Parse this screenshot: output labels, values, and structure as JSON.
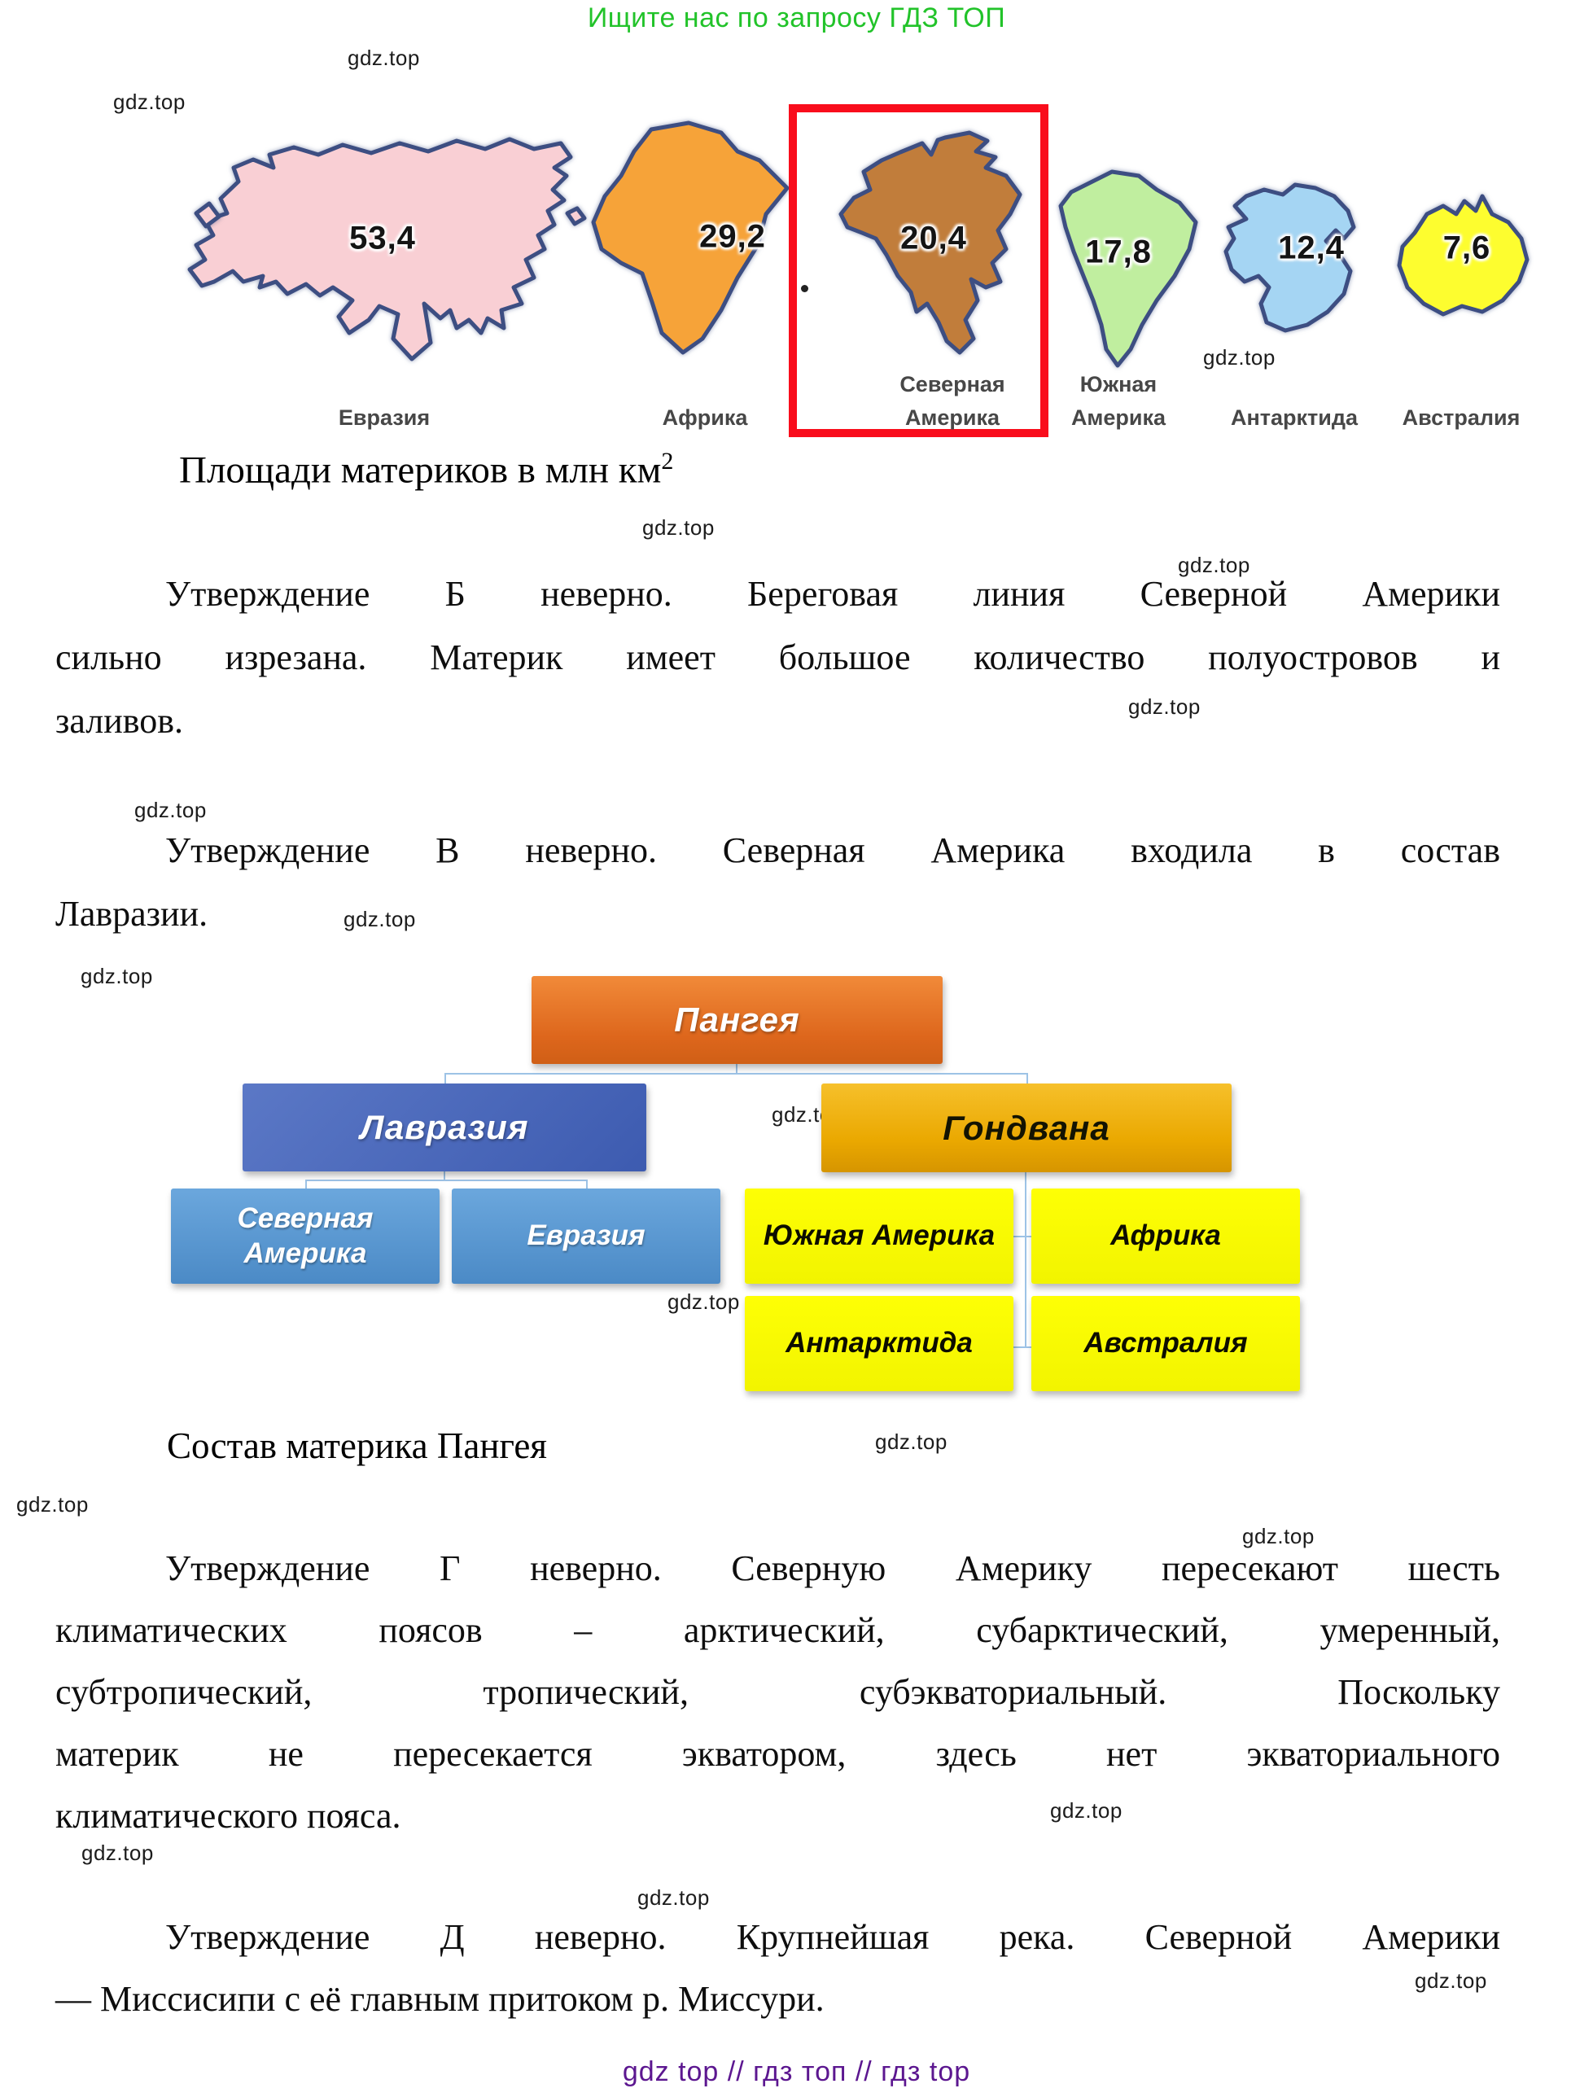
{
  "header": {
    "promo": "Ищите нас по запросу ГДЗ ТОП",
    "promo_color": "#22c32a"
  },
  "watermark": {
    "text": "gdz.top"
  },
  "figure_continents": {
    "caption": "Площади материков в млн км",
    "caption_sup": "2",
    "unit": "млн км2",
    "highlight_color": "#f90d1c",
    "outline_color": "#3d4e82",
    "items": [
      {
        "name": "Евразия",
        "value": "53,4",
        "color": "#f9cfd4",
        "highlighted": false
      },
      {
        "name": "Африка",
        "value": "29,2",
        "color": "#f6a339",
        "highlighted": false
      },
      {
        "name": "Северная Америка",
        "value": "20,4",
        "color": "#c17d3b",
        "highlighted": true
      },
      {
        "name": "Южная Америка",
        "value": "17,8",
        "color": "#c0ee9f",
        "highlighted": false
      },
      {
        "name": "Антарктида",
        "value": "12,4",
        "color": "#a5d5f3",
        "highlighted": false
      },
      {
        "name": "Австралия",
        "value": "7,6",
        "color": "#fdfd2f",
        "highlighted": false
      }
    ]
  },
  "paragraphs": {
    "b": {
      "lines": [
        "Утверждение Б неверно. Береговая линия Северной Америки",
        "сильно изрезана. Материк имеет большое количество полуостровов и",
        "заливов."
      ]
    },
    "v": {
      "lines": [
        "Утверждение В неверно. Северная Америка входила в состав",
        "Лавразии."
      ]
    },
    "g": {
      "lines": [
        "Утверждение Г неверно. Северную Америку пересекают шесть",
        "климатических поясов – арктический, субарктический, умеренный,",
        "субтропический, тропический, субэкваториальный. Поскольку",
        "материк не пересекается экватором, здесь нет экваториального",
        "климатического пояса."
      ]
    },
    "d": {
      "lines": [
        "Утверждение Д неверно. Крупнейшая река. Северной Америки",
        "— Миссисипи с её главным притоком р. Миссури."
      ]
    }
  },
  "diagram": {
    "caption": "Состав материка Пангея",
    "pangea": "Пангея",
    "laurasia": "Лавразия",
    "gondwana": "Гондвана",
    "north_america": "Северная Америка",
    "eurasia": "Евразия",
    "south_america": "Южная Америка",
    "africa": "Африка",
    "antarctica": "Антарктида",
    "australia": "Австралия",
    "colors": {
      "pangea": "#e06a20",
      "laurasia": "#4766b8",
      "gondwana": "#eeb008",
      "blue_child": "#5b9bd5",
      "yellow_child": "#fbfd00",
      "connector": "#9dc3e6"
    }
  },
  "footer": {
    "text": "gdz top  //  гдз топ  //  гдз top",
    "color": "#5c1790"
  }
}
